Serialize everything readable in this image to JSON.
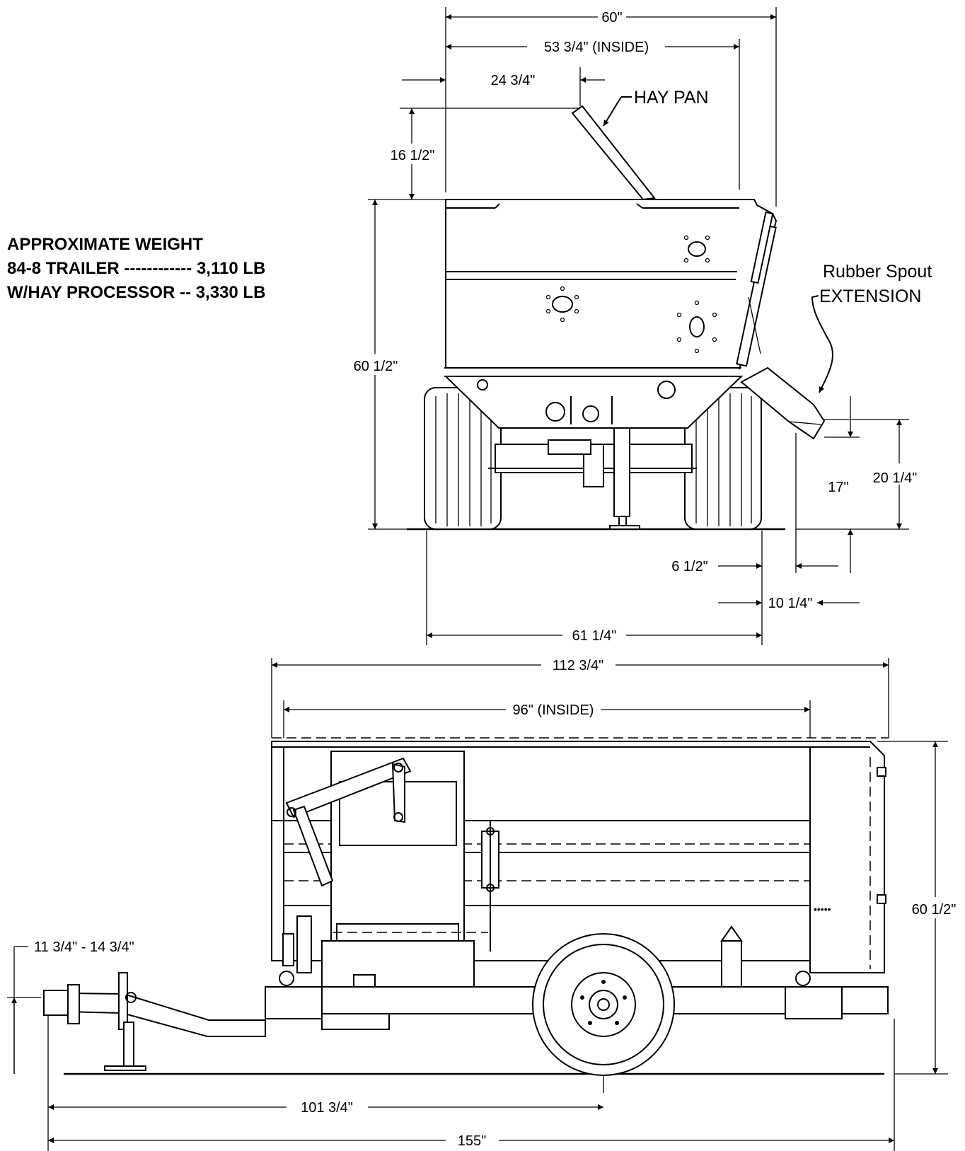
{
  "weight_note": {
    "heading": "APPROXIMATE WEIGHT",
    "line1": "84-8 TRAILER ------------ 3,110 LB",
    "line2": "W/HAY PROCESSOR -- 3,330 LB"
  },
  "callouts": {
    "hay_pan": "HAY PAN",
    "spout_line1": "Rubber Spout",
    "spout_line2": "EXTENSION"
  },
  "rear_view_dims": {
    "overall_width": "60\"",
    "inside_width": "53 3/4\" (INSIDE)",
    "hay_pan_offset": "24 3/4\"",
    "hay_pan_height": "16 1/2\"",
    "overall_height": "60 1/2\"",
    "spout_height_low": "17\"",
    "spout_height_high": "20 1/4\"",
    "spout_overhang_a": "6 1/2\"",
    "spout_overhang_b": "10 1/4\"",
    "track_width": "61 1/4\""
  },
  "side_view_dims": {
    "overall_length_box": "112 3/4\"",
    "inside_length": "96\" (INSIDE)",
    "overall_height": "60 1/2\"",
    "hitch_height": "11 3/4\" - 14 3/4\"",
    "hitch_to_axle": "101 3/4\"",
    "overall_length": "155\""
  }
}
